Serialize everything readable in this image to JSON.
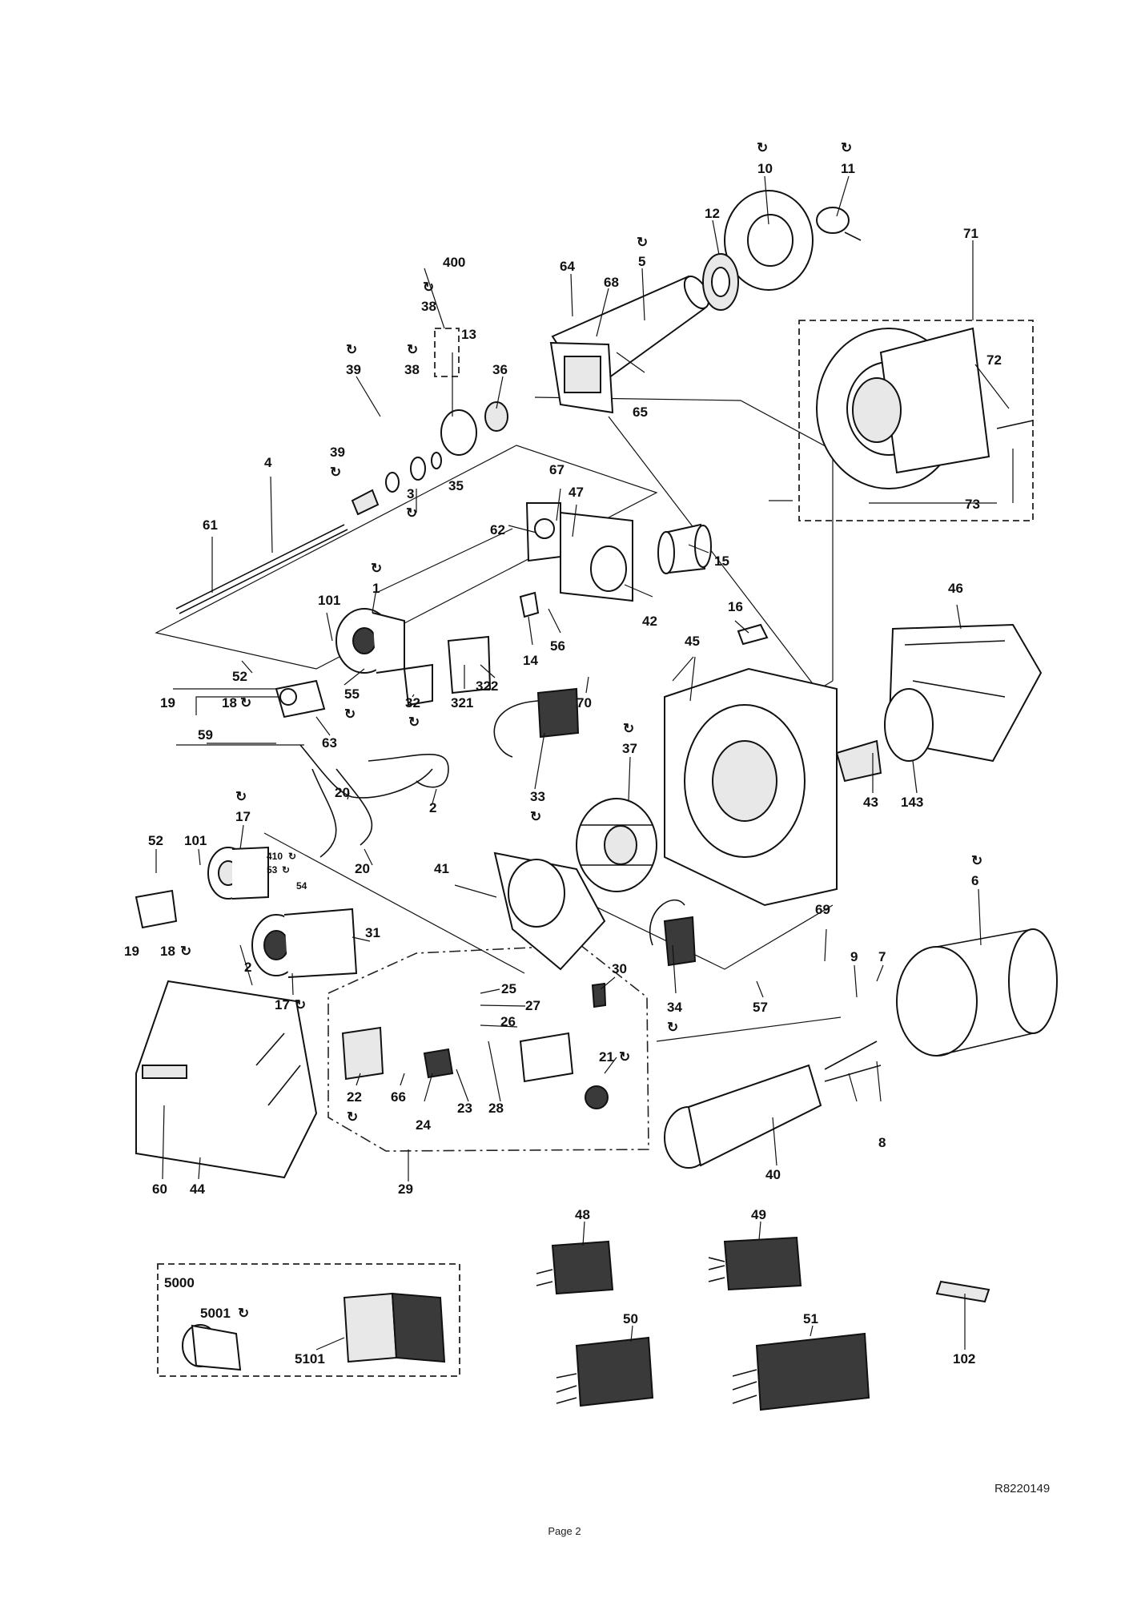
{
  "labels": {
    "p10": "10",
    "p11": "11",
    "p12": "12",
    "p71": "71",
    "p5": "5",
    "p64": "64",
    "p68": "68",
    "p400": "400",
    "p38a": "38",
    "p13": "13",
    "p39a": "39",
    "p38b": "38",
    "p36": "36",
    "p65": "65",
    "p72": "72",
    "p39b": "39",
    "p4": "4",
    "p3": "3",
    "p35": "35",
    "p67": "67",
    "p47": "47",
    "p73": "73",
    "p61": "61",
    "p62": "62",
    "p15": "15",
    "p1": "1",
    "p101a": "101",
    "p42": "42",
    "p16": "16",
    "p46": "46",
    "p56": "56",
    "p14": "14",
    "p45": "45",
    "p52a": "52",
    "p322": "322",
    "p55": "55",
    "p19a": "19",
    "p18a": "18",
    "p32": "32",
    "p321": "321",
    "p70": "70",
    "p37": "37",
    "p59": "59",
    "p63": "63",
    "p43": "43",
    "p143": "143",
    "p33": "33",
    "p2a": "2",
    "p20a": "20",
    "p17a": "17",
    "p52b": "52",
    "p101b": "101",
    "p410": "410",
    "p53": "53",
    "p20b": "20",
    "p54": "54",
    "p41": "41",
    "p6": "6",
    "p19b": "19",
    "p18b": "18",
    "p31": "31",
    "p69": "69",
    "p2b": "2",
    "p9": "9",
    "p7": "7",
    "p30": "30",
    "p25": "25",
    "p17b": "17",
    "p27": "27",
    "p26": "26",
    "p34": "34",
    "p57": "57",
    "p21": "21",
    "p22": "22",
    "p66": "66",
    "p24": "24",
    "p23": "23",
    "p28": "28",
    "p8": "8",
    "p40": "40",
    "p60": "60",
    "p44": "44",
    "p29": "29",
    "p48": "48",
    "p49": "49",
    "p5000": "5000",
    "p5001": "5001",
    "p50": "50",
    "p51": "51",
    "p102": "102",
    "p5101": "5101"
  },
  "footer": {
    "ref_code": "R8220149",
    "page": "Page 2"
  }
}
